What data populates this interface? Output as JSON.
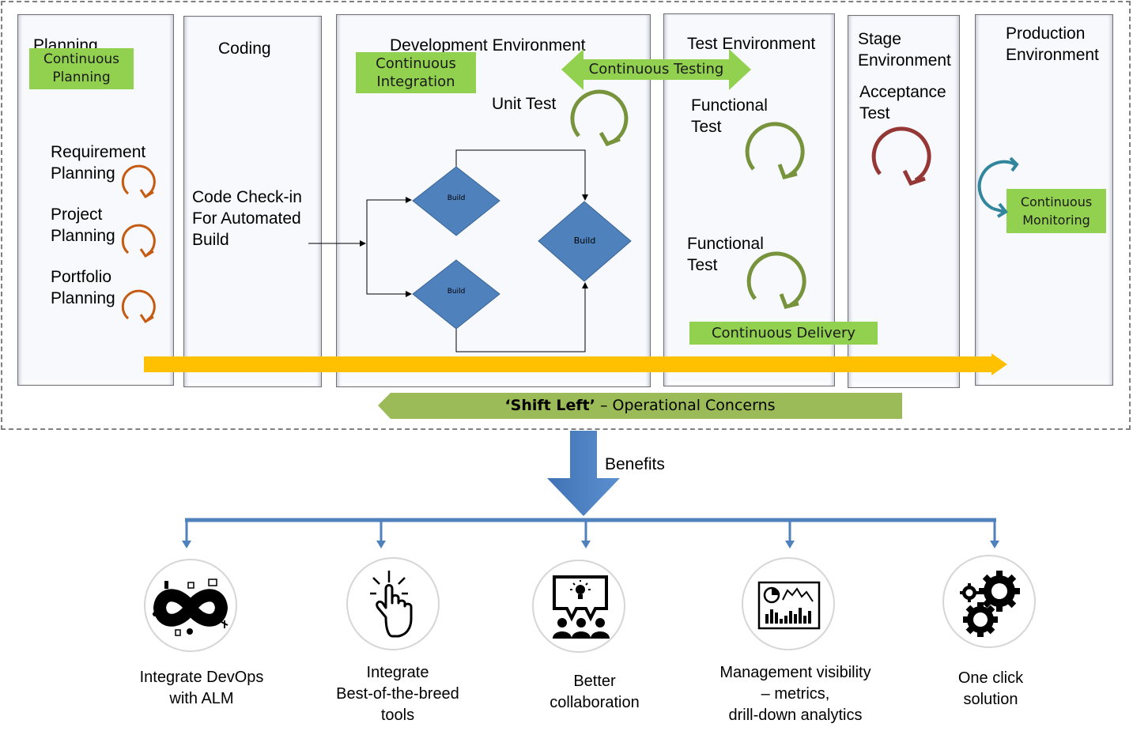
{
  "lanes": [
    {
      "id": "planning",
      "title": "Planning"
    },
    {
      "id": "coding",
      "title": "Coding"
    },
    {
      "id": "development",
      "title": "Development Environment"
    },
    {
      "id": "test",
      "title": "Test Environment"
    },
    {
      "id": "stage",
      "title": "Stage\nEnvironment"
    },
    {
      "id": "production",
      "title": "Production\nEnvironment"
    }
  ],
  "practices": {
    "continuous_planning": "Continuous\nPlanning",
    "continuous_integration": "Continuous\nIntegration",
    "continuous_testing": "Continuous Testing",
    "continuous_monitoring": "Continuous\nMonitoring",
    "continuous_delivery": "Continuous Delivery"
  },
  "planning_items": [
    {
      "label": "Requirement\nPlanning"
    },
    {
      "label": "Project\nPlanning"
    },
    {
      "label": "Portfolio\nPlanning"
    }
  ],
  "coding_item": "Code Check-in\nFor Automated\nBuild",
  "build_nodes": [
    "Build",
    "Build",
    "Build"
  ],
  "tests": {
    "unit": "Unit Test",
    "functional_1": "Functional\n Test",
    "functional_2": "Functional\n Test",
    "acceptance": "Acceptance\n Test"
  },
  "shift_left": {
    "bold": "‘Shift Left’",
    "rest": " – Operational Concerns"
  },
  "benefits_title": "Benefits",
  "benefits": [
    {
      "icon": "devops-infinity-icon",
      "label": "Integrate DevOps\nwith ALM"
    },
    {
      "icon": "pointing-hand-icon",
      "label": "Integrate\nBest-of-the-breed\ntools"
    },
    {
      "icon": "collaboration-icon",
      "label": "Better\ncollaboration"
    },
    {
      "icon": "dashboard-icon",
      "label": "Management visibility\n– metrics,\ndrill-down analytics"
    },
    {
      "icon": "gears-icon",
      "label": "One click\nsolution"
    }
  ],
  "colors": {
    "practice_green": "#92d050",
    "shift_left_green": "#9bbb59",
    "pipeline_yellow": "#ffc000",
    "build_blue": "#4f81bd",
    "benefit_blue": "#4f81bd",
    "loop_orange": "#c55a11",
    "loop_green": "#77933c",
    "loop_red": "#953735",
    "loop_teal": "#31859c"
  }
}
